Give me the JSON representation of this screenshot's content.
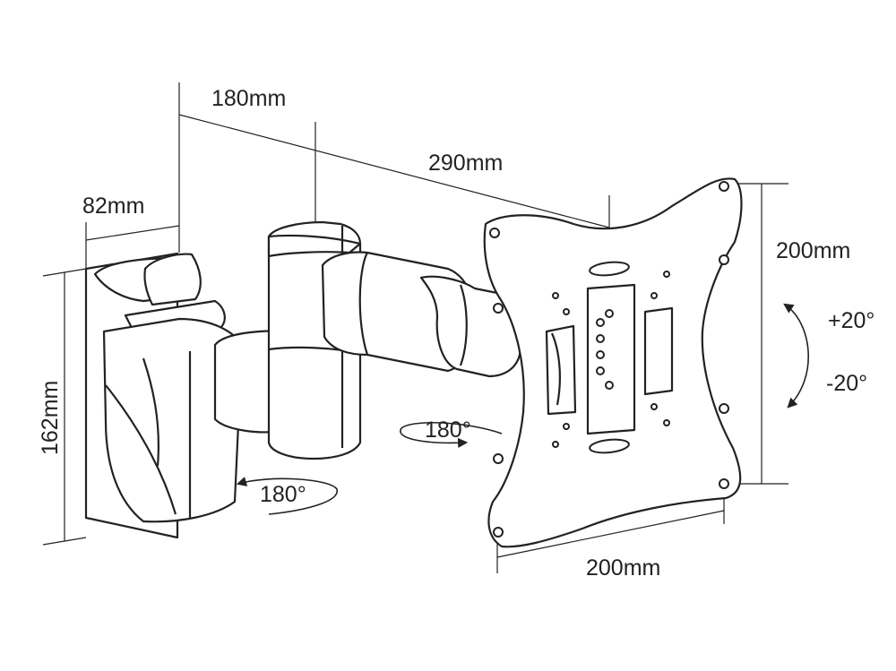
{
  "dimensions": {
    "depth_small": "82mm",
    "arm_first": "180mm",
    "arm_total": "290mm",
    "plate_height": "162mm",
    "vesa_vertical": "200mm",
    "vesa_horizontal": "200mm"
  },
  "rotations": {
    "swivel_plate": "180°",
    "swivel_arm": "180°",
    "tilt_up": "+20°",
    "tilt_down": "-20°"
  },
  "colors": {
    "line": "#222222",
    "background": "#ffffff"
  }
}
